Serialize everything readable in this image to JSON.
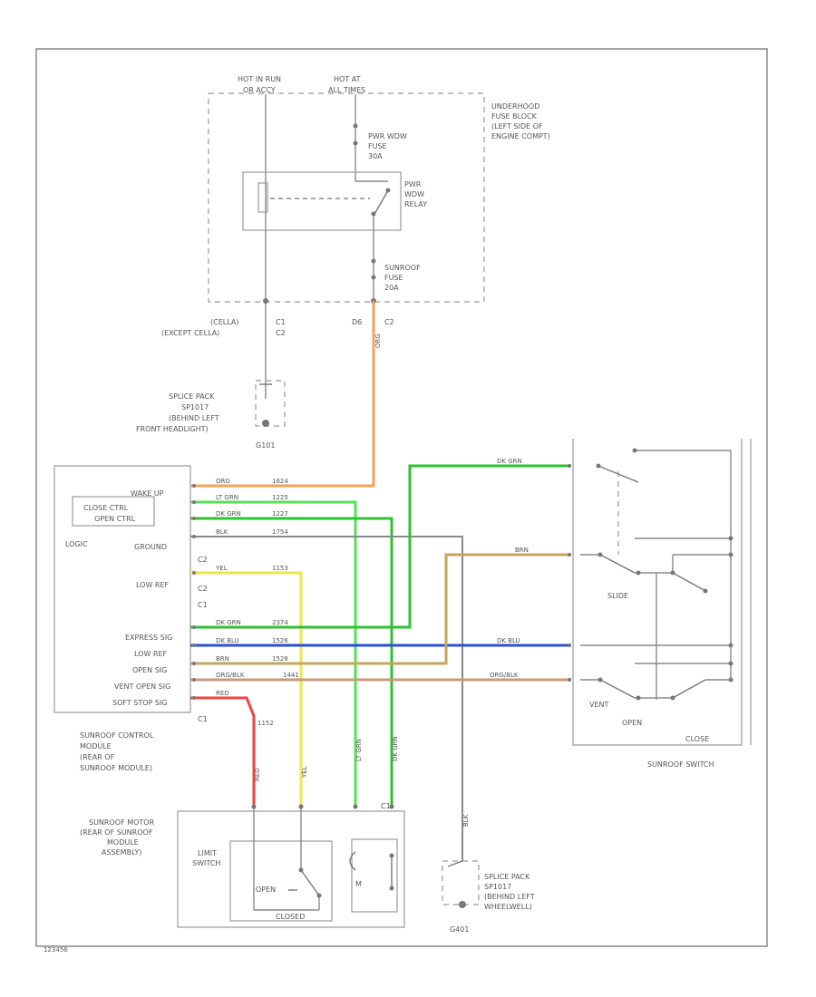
{
  "power": {
    "hot_label_1": "HOT IN RUN",
    "hot_label_1b": "OR ACCY",
    "hot_label_2": "HOT AT",
    "hot_label_2b": "ALL TIMES"
  },
  "fuse_block": {
    "title_l1": "UNDERHOOD",
    "title_l2": "FUSE BLOCK",
    "title_l3": "(LEFT SIDE OF",
    "title_l4": "ENGINE COMPT)",
    "fuse1_l1": "PWR WDW",
    "fuse1_l2": "FUSE",
    "fuse1_l3": "30A",
    "relay_l1": "PWR",
    "relay_l2": "WDW",
    "relay_l3": "RELAY",
    "fuse2_l1": "SUNROOF",
    "fuse2_l2": "FUSE",
    "fuse2_l3": "20A"
  },
  "connectors": {
    "c1_l1": "(CELLA)",
    "c1_l1b": "C1",
    "c1_l2": "(EXCEPT CELLA)",
    "c1_l2b": "C2",
    "d6": "D6",
    "c2": "C2",
    "org": "ORG"
  },
  "splice1": {
    "l1": "SPLICE PACK",
    "l2": "SP1017",
    "l3": "(BEHIND LEFT",
    "l4": "FRONT HEADLIGHT)",
    "ground": "G101"
  },
  "module": {
    "logic": "LOGIC",
    "close_ctrl_l1": "CLOSE CTRL",
    "close_ctrl_l2": "OPEN CTRL",
    "labels": [
      "WAKE UP",
      "OPEN CTRL",
      "CLOSE CTRL",
      "GROUND",
      "C2",
      "LOW REF",
      "C2",
      "C1",
      "EXPRESS SIG",
      "LOW REF",
      "OPEN SIG",
      "VENT OPEN SIG",
      "SOFT STOP SIG",
      "C1"
    ],
    "title_l1": "SUNROOF CONTROL",
    "title_l2": "MODULE",
    "title_l3": "(REAR OF",
    "title_l4": "SUNROOF MODULE)"
  },
  "wires": {
    "w1": "ORG",
    "w1n": "1624",
    "w2": "LT GRN",
    "w2n": "1225",
    "w3": "DK GRN",
    "w3n": "1227",
    "w4": "BLK",
    "w4n": "1754",
    "w5": "YEL",
    "w5n": "1153",
    "w6": "DK GRN",
    "w6n": "2374",
    "w7": "DK BLU",
    "w7n": "1526",
    "w8": "BRN",
    "w8n": "1528",
    "w9": "ORG/BLK",
    "w9n": "1441",
    "w10": "RED",
    "w10n": "1152",
    "sw_dkgrn": "DK GRN",
    "sw_brn": "BRN",
    "sw_dkblu": "DK BLU",
    "sw_orgblk": "ORG/BLK",
    "v_red": "RED",
    "v_yel": "YEL",
    "v_ltgrn": "LT GRN",
    "v_dkgrn": "DK GRN",
    "v_blk": "BLK"
  },
  "switch": {
    "title": "SUNROOF SWITCH",
    "slide": "SLIDE",
    "vent": "VENT",
    "open": "OPEN",
    "close": "CLOSE"
  },
  "motor": {
    "title_l1": "SUNROOF MOTOR",
    "title_l2": "(REAR OF SUNROOF",
    "title_l3": "MODULE",
    "title_l4": "ASSEMBLY)",
    "limit_l1": "LIMIT",
    "limit_l2": "SWITCH",
    "open": "OPEN",
    "closed": "CLOSED",
    "m": "M",
    "c_label": "C1"
  },
  "splice2": {
    "l1": "SPLICE PACK",
    "l2": "SP1017",
    "l3": "(BEHIND LEFT",
    "l4": "WHEELWELL)",
    "ground": "G401"
  },
  "footer": {
    "id": "123456"
  },
  "colors": {
    "orange": "#f5a25a",
    "lt_green": "#55e055",
    "dk_green": "#2ec22e",
    "yellow": "#f0e64a",
    "blue": "#2b4fd6",
    "brown": "#c8a45a",
    "org_blk": "#c99a78",
    "red": "#ee4444",
    "gray": "#888888"
  }
}
